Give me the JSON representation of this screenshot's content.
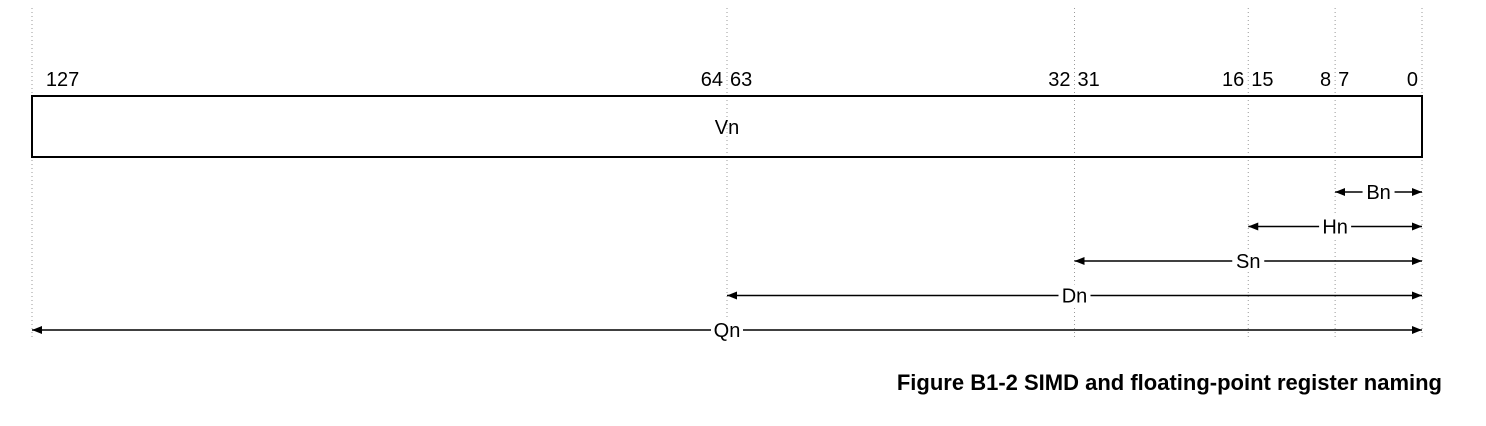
{
  "register": {
    "name": "Vn",
    "msb": 127,
    "lsb": 0
  },
  "bit_labels": [
    {
      "text": "127",
      "bit": 127,
      "side": "right"
    },
    {
      "text": "64",
      "bit": 64,
      "side": "left"
    },
    {
      "text": "63",
      "bit": 64,
      "side": "right"
    },
    {
      "text": "32",
      "bit": 32,
      "side": "left"
    },
    {
      "text": "31",
      "bit": 32,
      "side": "right"
    },
    {
      "text": "16",
      "bit": 16,
      "side": "left"
    },
    {
      "text": "15",
      "bit": 16,
      "side": "right"
    },
    {
      "text": "8",
      "bit": 8,
      "side": "left"
    },
    {
      "text": "7",
      "bit": 8,
      "side": "right"
    },
    {
      "text": "0",
      "bit": 0,
      "side": "left"
    }
  ],
  "views": [
    {
      "name": "Bn",
      "width_bits": 8
    },
    {
      "name": "Hn",
      "width_bits": 16
    },
    {
      "name": "Sn",
      "width_bits": 32
    },
    {
      "name": "Dn",
      "width_bits": 64
    },
    {
      "name": "Qn",
      "width_bits": 128
    }
  ],
  "caption": "Figure B1-2 SIMD and floating-point register naming",
  "colors": {
    "line": "#000000",
    "guide": "#999999",
    "background": "#ffffff"
  }
}
